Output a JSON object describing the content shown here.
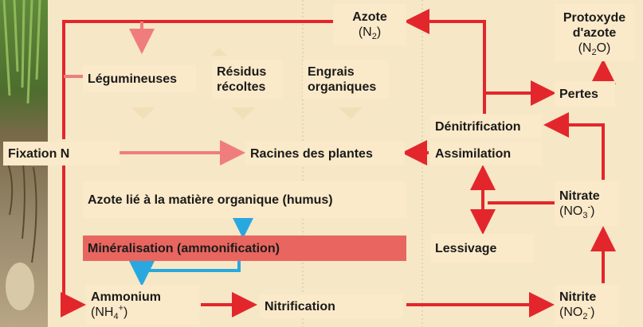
{
  "colors": {
    "background": "#f6e7c6",
    "box": "#fbeac9",
    "red_arrow": "#e3262c",
    "pink_arrow": "#ef7d7d",
    "blue_arrow": "#29a8e0",
    "mineral_box": "#e8665f"
  },
  "nodes": {
    "azote": {
      "label": "Azote",
      "formula": "(N",
      "sub": "2",
      "close": ")"
    },
    "protoxyde": {
      "line1": "Protoxyde",
      "line2": "d'azote",
      "formula": "(N",
      "sub": "2",
      "tail": "O)"
    },
    "legumineuses": {
      "label": "Légumineuses"
    },
    "residus": {
      "line1": "Résidus",
      "line2": "récoltes"
    },
    "engrais": {
      "line1": "Engrais",
      "line2": "organiques"
    },
    "pertes": {
      "label": "Pertes"
    },
    "denitrification": {
      "label": "Dénitrification"
    },
    "fixation": {
      "label": "Fixation N"
    },
    "racines": {
      "label": "Racines des plantes"
    },
    "assimilation": {
      "label": "Assimilation"
    },
    "humus": {
      "label": "Azote lié à la matière organique (humus)"
    },
    "nitrate": {
      "label": "Nitrate",
      "formula": "(NO",
      "sub": "3",
      "sup": "-",
      "close": ")"
    },
    "mineralisation": {
      "label": "Minéralisation (ammonification)"
    },
    "lessivage": {
      "label": "Lessivage"
    },
    "ammonium": {
      "label": "Ammonium",
      "formula": "(NH",
      "sub": "4",
      "sup": "+",
      "close": ")"
    },
    "nitrification": {
      "label": "Nitrification"
    },
    "nitrite": {
      "label": "Nitrite",
      "formula": "(NO",
      "sub": "2",
      "sup": "-",
      "close": ")"
    }
  }
}
